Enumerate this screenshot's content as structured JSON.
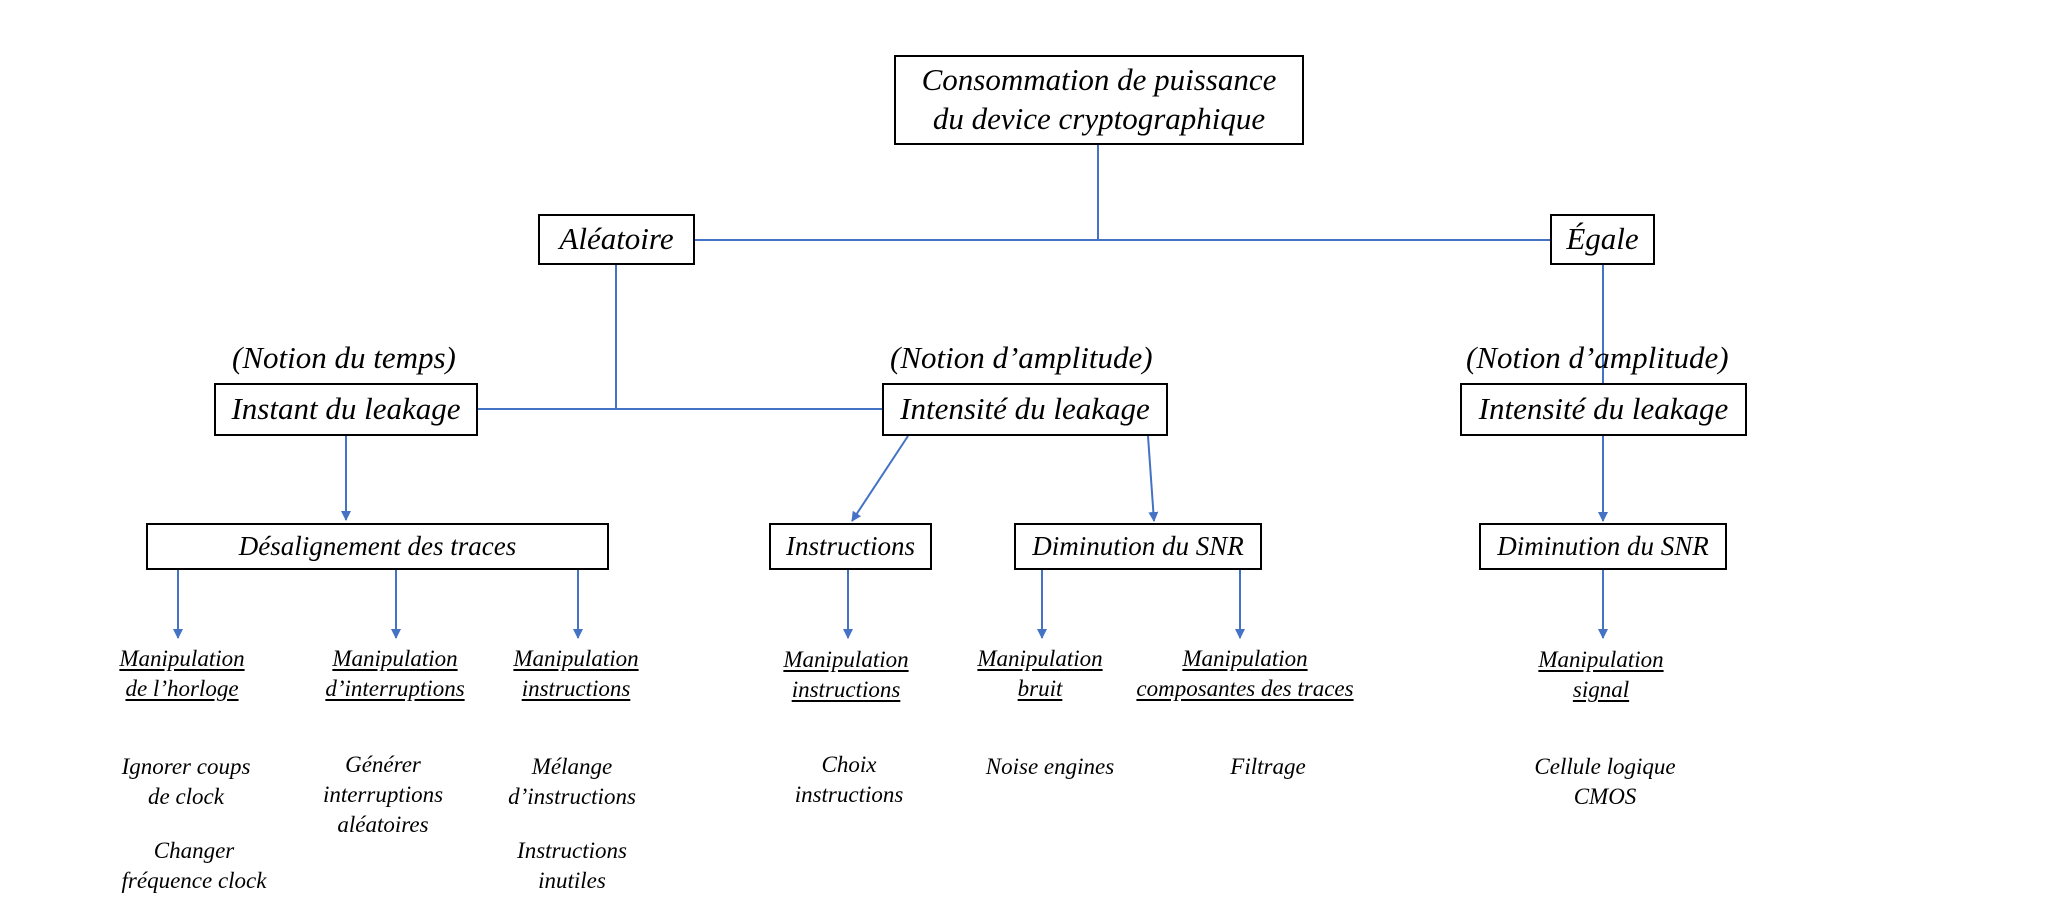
{
  "root": {
    "line1": "Consommation de puissance",
    "line2": "du device cryptographique"
  },
  "aleatoire": "Aléatoire",
  "egale": "Égale",
  "notes": {
    "temps": "(Notion du temps)",
    "amplitude_center": "(Notion d’amplitude)",
    "amplitude_right": "(Notion d’amplitude)"
  },
  "instant": "Instant du leakage",
  "intensite_center": "Intensité du leakage",
  "intensite_right": "Intensité du leakage",
  "desalignement": "Désalignement des traces",
  "instructions": "Instructions",
  "snr_center": "Diminution du SNR",
  "snr_right": "Diminution du SNR",
  "manip": {
    "horloge": [
      "Manipulation",
      "de l’horloge"
    ],
    "interruptions": [
      "Manipulation",
      "d’interruptions"
    ],
    "instructions_a": [
      "Manipulation",
      "instructions"
    ],
    "instructions_b": [
      "Manipulation",
      "instructions"
    ],
    "bruit": [
      "Manipulation",
      "bruit"
    ],
    "composantes": [
      "Manipulation",
      "composantes des traces"
    ],
    "signal": [
      "Manipulation",
      "signal"
    ]
  },
  "items": {
    "horloge_1": [
      "Ignorer coups",
      "de clock"
    ],
    "horloge_2": [
      "Changer",
      "fréquence clock"
    ],
    "interruptions_1": [
      "Générer",
      "interruptions",
      "aléatoires"
    ],
    "instructions_1": [
      "Mélange",
      "d’instructions"
    ],
    "instructions_2": [
      "Instructions",
      "inutiles"
    ],
    "choix": [
      "Choix",
      "instructions"
    ],
    "noise": [
      "Noise engines"
    ],
    "filtrage": [
      "Filtrage"
    ],
    "cellule": [
      "Cellule logique",
      "CMOS"
    ]
  },
  "colors": {
    "connector": "#4472C4",
    "border": "#000000"
  }
}
